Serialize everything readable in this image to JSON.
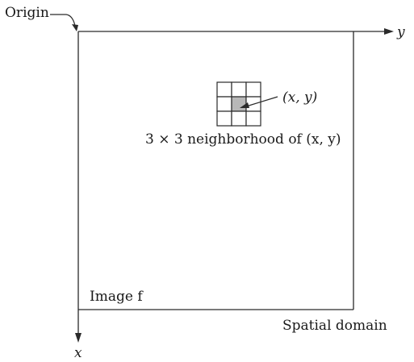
{
  "labels": {
    "origin": "Origin",
    "y_axis": "y",
    "x_axis": "x",
    "point": "(x, y)",
    "neighborhood": "3 × 3 neighborhood of (x, y)",
    "image": "Image f",
    "spatial_domain": "Spatial domain"
  },
  "neighborhood": {
    "rows": 3,
    "cols": 3,
    "center_row": 1,
    "center_col": 1
  },
  "colors": {
    "center_cell": "#b8b8b8",
    "stroke": "#2a2a2a"
  }
}
